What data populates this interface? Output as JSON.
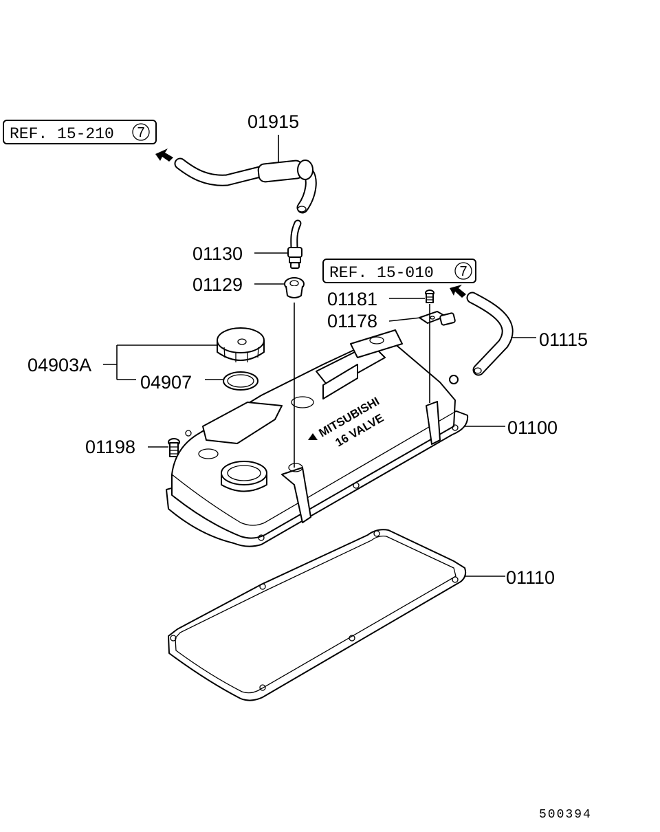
{
  "references": [
    {
      "text": "REF. 15-210",
      "circled": "7"
    },
    {
      "text": "REF. 15-010",
      "circled": "7"
    }
  ],
  "parts": {
    "p01915": "01915",
    "p01130": "01130",
    "p01129": "01129",
    "p01181": "01181",
    "p01178": "01178",
    "p01115": "01115",
    "p04903A": "04903A",
    "p04907": "04907",
    "p01198": "01198",
    "p01100": "01100",
    "p01110": "01110"
  },
  "emboss": {
    "brand": "MITSUBISHI",
    "engine": "16 VALVE"
  },
  "diagram_code": "500394"
}
